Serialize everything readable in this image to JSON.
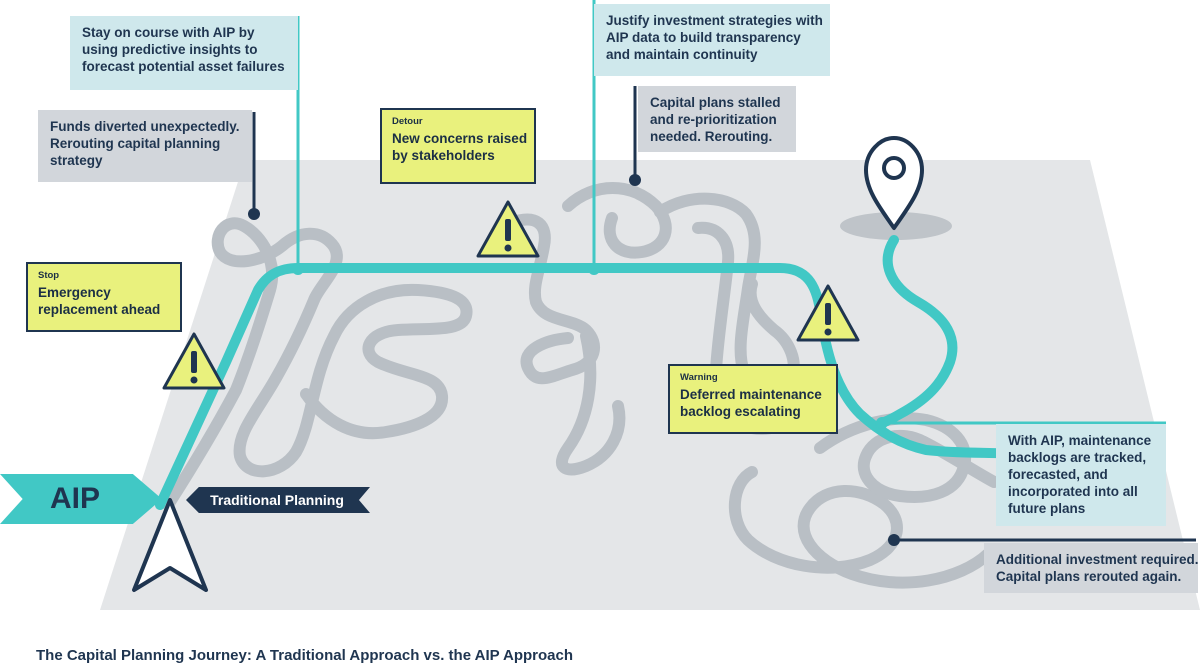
{
  "caption": "The Capital Planning Journey: A Traditional Approach vs. the AIP Approach",
  "routes": {
    "aip_label": "AIP",
    "traditional_label": "Traditional Planning"
  },
  "teal_callouts": {
    "predictive": [
      "Stay on course with AIP by",
      "using predictive insights to",
      "forecast potential asset failures"
    ],
    "justify": [
      "Justify investment strategies with",
      "AIP data to build transparency",
      "and maintain continuity"
    ],
    "backlogs": [
      "With AIP, maintenance",
      "backlogs are tracked,",
      "forecasted, and",
      "incorporated into all",
      "future plans"
    ]
  },
  "gray_callouts": {
    "funds": [
      "Funds diverted unexpectedly.",
      "Rerouting capital planning",
      "strategy"
    ],
    "stalled": [
      "Capital plans stalled",
      "and re-prioritization",
      "needed. Rerouting."
    ],
    "additional": [
      "Additional investment required.",
      "Capital plans rerouted again."
    ]
  },
  "warning_signs": {
    "stop": {
      "tag": "Stop",
      "lines": [
        "Emergency",
        "replacement ahead"
      ]
    },
    "detour": {
      "tag": "Detour",
      "lines": [
        "New concerns raised",
        "by stakeholders"
      ]
    },
    "warning": {
      "tag": "Warning",
      "lines": [
        "Deferred maintenance",
        "backlog escalating"
      ]
    }
  },
  "icons": {
    "hazard": "warning-triangle-icon",
    "destination": "map-pin-icon",
    "start": "navigation-arrow-icon"
  },
  "colors": {
    "aip_teal": "#41c8c5",
    "navy": "#1f3550",
    "road_gray": "#b9bfc5",
    "ground": "#e4e6e8",
    "teal_box": "#cfe8ec",
    "gray_box": "#d2d6db",
    "sign_yellow": "#e9f17d"
  }
}
